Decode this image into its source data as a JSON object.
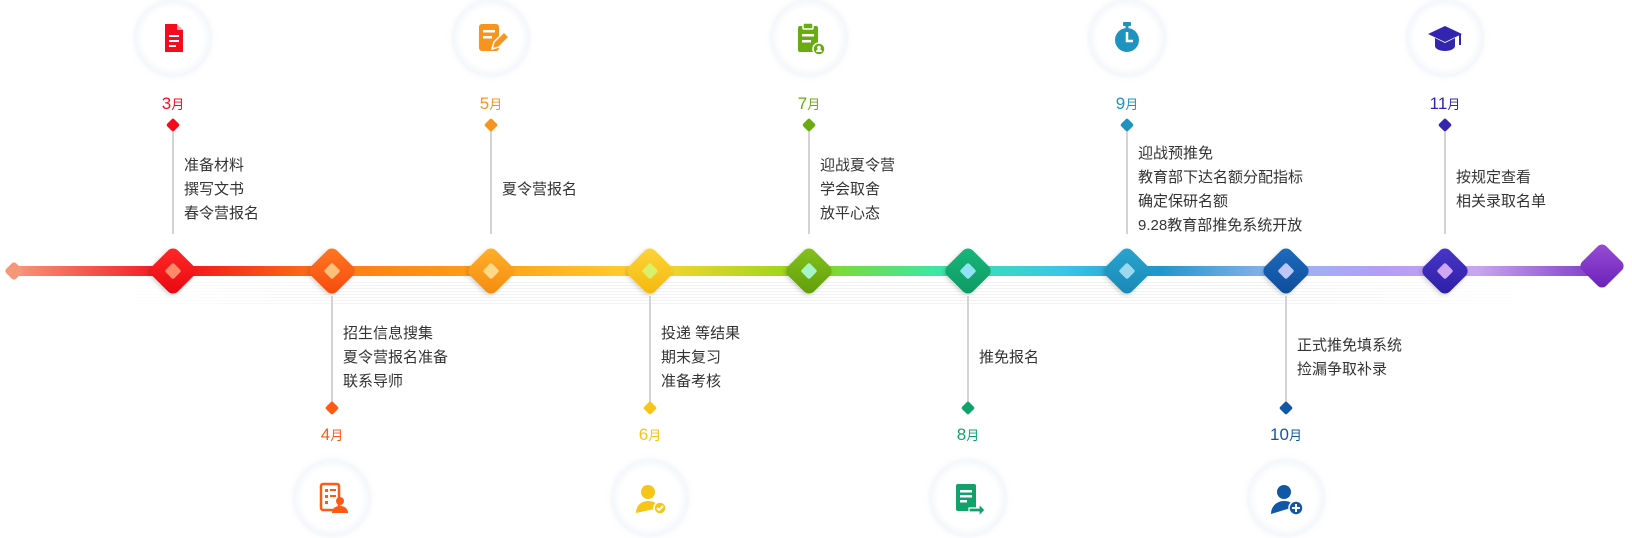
{
  "timeline": {
    "milestones": [
      {
        "id": "m3",
        "month": "3",
        "unit": "月",
        "color": "#f50c1c",
        "side": "top",
        "icon": "document-icon",
        "lines": [
          "准备材料",
          "撰写文书",
          "春令营报名"
        ]
      },
      {
        "id": "m4",
        "month": "4",
        "unit": "月",
        "color": "#ff5a12",
        "side": "bottom",
        "icon": "checklist-person-icon",
        "lines": [
          "招生信息搜集",
          "夏令营报名准备",
          "联系导师"
        ]
      },
      {
        "id": "m5",
        "month": "5",
        "unit": "月",
        "color": "#f7941d",
        "side": "top",
        "icon": "edit-document-icon",
        "lines": [
          "夏令营报名"
        ]
      },
      {
        "id": "m6",
        "month": "6",
        "unit": "月",
        "color": "#f5c518",
        "side": "bottom",
        "icon": "user-check-icon",
        "lines": [
          "投递 等结果",
          "期末复习",
          "准备考核"
        ]
      },
      {
        "id": "m7",
        "month": "7",
        "unit": "月",
        "color": "#6aaa12",
        "side": "top",
        "icon": "clipboard-user-icon",
        "lines": [
          "迎战夏令营",
          "学会取舍",
          "放平心态"
        ]
      },
      {
        "id": "m8",
        "month": "8",
        "unit": "月",
        "color": "#0fa36b",
        "side": "bottom",
        "icon": "document-export-icon",
        "lines": [
          "推免报名"
        ]
      },
      {
        "id": "m9",
        "month": "9",
        "unit": "月",
        "color": "#1f93bf",
        "side": "top",
        "icon": "stopwatch-icon",
        "lines": [
          "迎战预推免",
          "教育部下达名额分配指标",
          "确定保研名额",
          "9.28教育部推免系统开放"
        ]
      },
      {
        "id": "m10",
        "month": "10",
        "unit": "月",
        "color": "#1257a6",
        "side": "bottom",
        "icon": "user-add-icon",
        "lines": [
          "正式推免填系统",
          "捡漏争取补录"
        ]
      },
      {
        "id": "m11",
        "month": "11",
        "unit": "月",
        "color": "#3325b0",
        "side": "top",
        "icon": "graduation-cap-icon",
        "lines": [
          "按规定查看",
          "相关录取名单"
        ]
      }
    ]
  }
}
